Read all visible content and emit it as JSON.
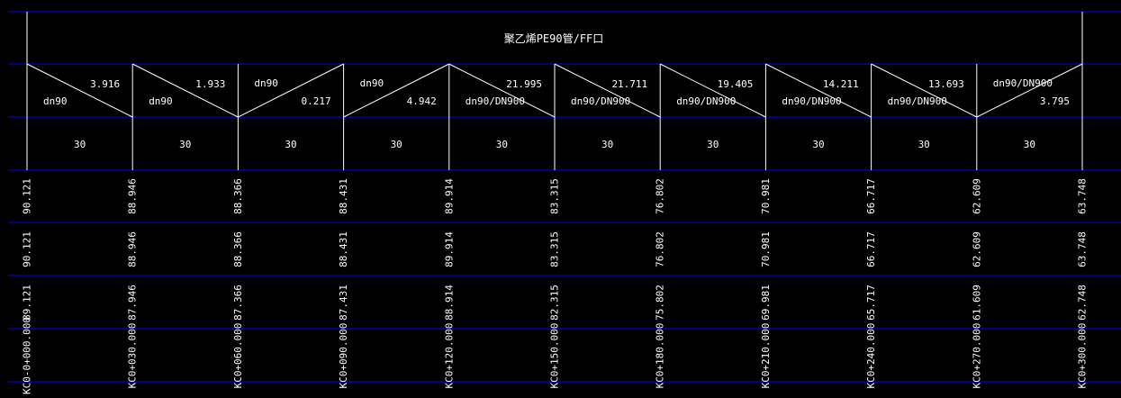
{
  "drawing": {
    "title": "聚乙烯PE90管/FF口",
    "colors": {
      "background": "#000000",
      "frame_lines": "#0000ff",
      "drawing_lines": "#ffffff",
      "text": "#ffffff"
    },
    "segments": [
      {
        "slope": "3.916",
        "pipe": "dn90",
        "length": "30",
        "direction": "down"
      },
      {
        "slope": "1.933",
        "pipe": "dn90",
        "length": "30",
        "direction": "down"
      },
      {
        "slope": "0.217",
        "pipe": "dn90",
        "length": "30",
        "direction": "up"
      },
      {
        "slope": "4.942",
        "pipe": "dn90",
        "length": "30",
        "direction": "up"
      },
      {
        "slope": "21.995",
        "pipe": "dn90/DN900",
        "length": "30",
        "direction": "down"
      },
      {
        "slope": "21.711",
        "pipe": "dn90/DN900",
        "length": "30",
        "direction": "down"
      },
      {
        "slope": "19.405",
        "pipe": "dn90/DN900",
        "length": "30",
        "direction": "down"
      },
      {
        "slope": "14.211",
        "pipe": "dn90/DN900",
        "length": "30",
        "direction": "down"
      },
      {
        "slope": "13.693",
        "pipe": "dn90/DN900",
        "length": "30",
        "direction": "down"
      },
      {
        "slope": "3.795",
        "pipe": "dn90/DN900",
        "length": "30",
        "direction": "up"
      }
    ],
    "stations": [
      {
        "row1": "90.121",
        "row2": "90.121",
        "row3": "89.121",
        "chainage": "KC0-0+000.000"
      },
      {
        "row1": "88.946",
        "row2": "88.946",
        "row3": "87.946",
        "chainage": "KC0+030.000"
      },
      {
        "row1": "88.366",
        "row2": "88.366",
        "row3": "87.366",
        "chainage": "KC0+060.000"
      },
      {
        "row1": "88.431",
        "row2": "88.431",
        "row3": "87.431",
        "chainage": "KC0+090.000"
      },
      {
        "row1": "89.914",
        "row2": "89.914",
        "row3": "88.914",
        "chainage": "KC0+120.000"
      },
      {
        "row1": "83.315",
        "row2": "83.315",
        "row3": "82.315",
        "chainage": "KC0+150.000"
      },
      {
        "row1": "76.802",
        "row2": "76.802",
        "row3": "75.802",
        "chainage": "KC0+180.000"
      },
      {
        "row1": "70.981",
        "row2": "70.981",
        "row3": "69.981",
        "chainage": "KC0+210.000"
      },
      {
        "row1": "66.717",
        "row2": "66.717",
        "row3": "65.717",
        "chainage": "KC0+240.000"
      },
      {
        "row1": "62.609",
        "row2": "62.609",
        "row3": "61.609",
        "chainage": "KC0+270.000"
      },
      {
        "row1": "63.748",
        "row2": "63.748",
        "row3": "62.748",
        "chainage": "KC0+300.000"
      }
    ]
  }
}
